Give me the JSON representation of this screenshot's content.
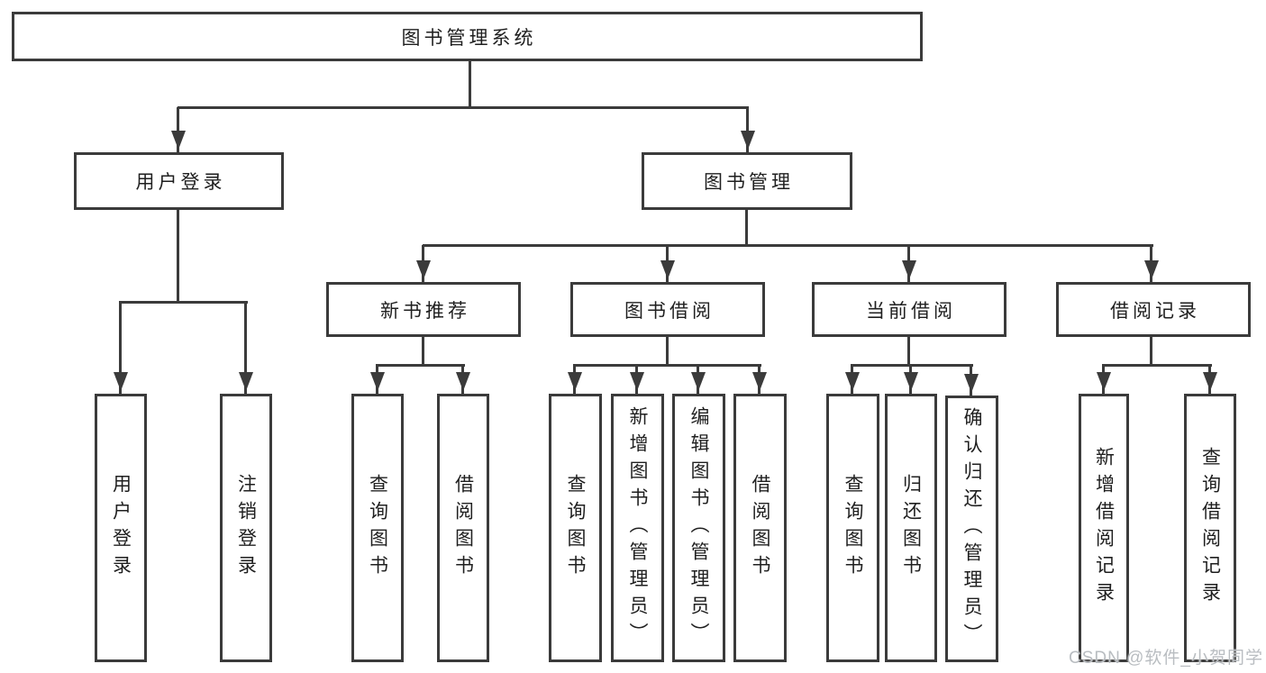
{
  "diagram_title": "图书管理系统",
  "nodes": {
    "root": {
      "label": "图书管理系统"
    },
    "user_login": {
      "label": "用户登录"
    },
    "book_mgmt": {
      "label": "图书管理"
    },
    "new_book_rec": {
      "label": "新书推荐"
    },
    "book_borrow": {
      "label": "图书借阅"
    },
    "current_borrow": {
      "label": "当前借阅"
    },
    "borrow_record": {
      "label": "借阅记录"
    },
    "ul_login": {
      "label": "用户登录"
    },
    "ul_logout": {
      "label": "注销登录"
    },
    "nb_query": {
      "label": "查询图书"
    },
    "nb_borrow": {
      "label": "借阅图书"
    },
    "bb_query": {
      "label": "查询图书"
    },
    "bb_add": {
      "label": "新增图书（管理员）"
    },
    "bb_edit": {
      "label": "编辑图书（管理员）"
    },
    "bb_borrow": {
      "label": "借阅图书"
    },
    "cb_query": {
      "label": "查询图书"
    },
    "cb_return": {
      "label": "归还图书"
    },
    "cb_confirm": {
      "label": "确认归还（管理员）"
    },
    "br_add": {
      "label": "新增借阅记录"
    },
    "br_query": {
      "label": "查询借阅记录"
    }
  },
  "watermark": "CSDN @软件_小贺同学",
  "colors": {
    "line": "#3b3b3b",
    "text": "#1f1f1f",
    "background": "#ffffff",
    "watermark": "#b9bdc1"
  }
}
